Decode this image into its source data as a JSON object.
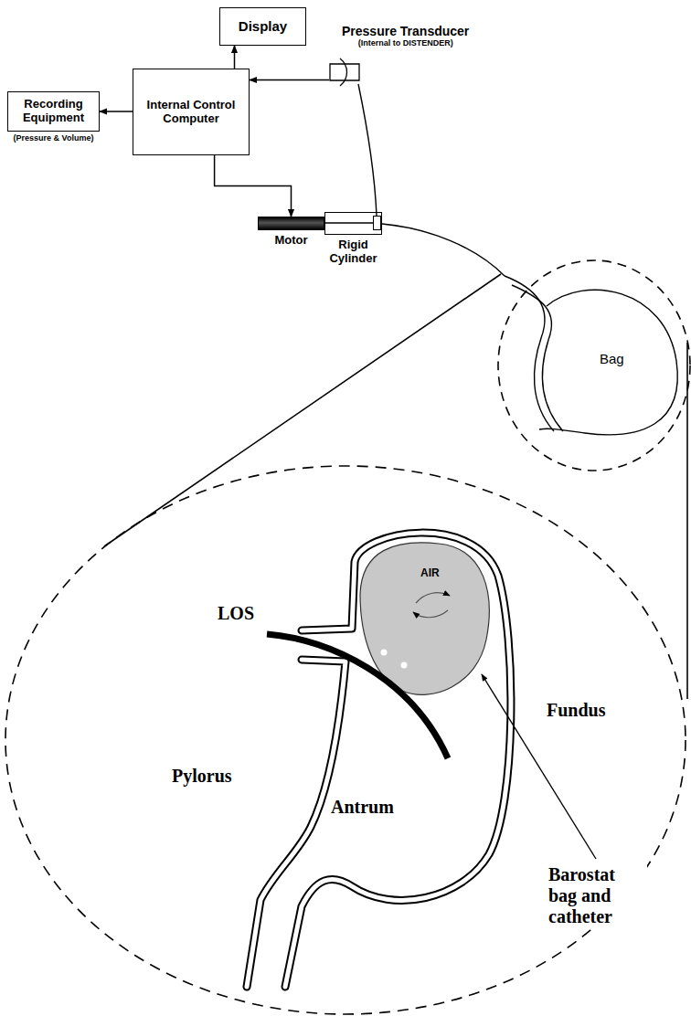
{
  "diagram": {
    "nodes": [
      {
        "text": [
          "Display"
        ]
      },
      {
        "text": [
          "Recording Equipment",
          "(Pressure & Volume)"
        ]
      },
      {
        "text": [
          "Internal Control Computer"
        ]
      },
      {
        "text": [
          "Pressure Transducer",
          "(Internal to DISTENDER)"
        ]
      },
      {
        "text": [
          "Motor"
        ]
      },
      {
        "text": [
          "Rigid Cylinder"
        ]
      }
    ],
    "edges": [
      {
        "from": 2,
        "to": 0,
        "arrow": "to"
      },
      {
        "from": 2,
        "to": 1,
        "arrow": "to"
      },
      {
        "from": 3,
        "to": 2,
        "arrow": "to"
      },
      {
        "from": 2,
        "to": 4,
        "arrow": "to"
      }
    ],
    "labels": [
      "Bag",
      "LOS",
      "AIR",
      "Fundus",
      "Pylorus",
      "Antrum",
      "Barostat bag and catheter"
    ]
  }
}
